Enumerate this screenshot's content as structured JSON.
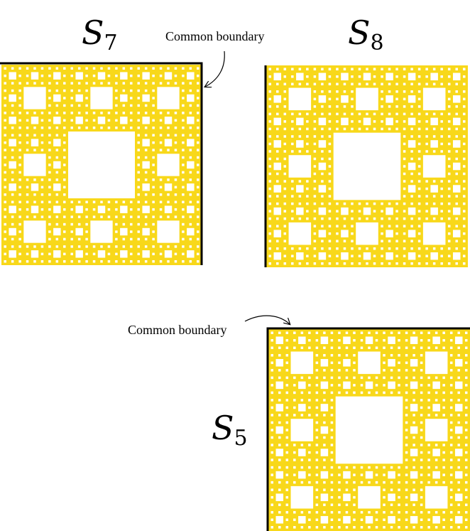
{
  "figure": {
    "fill_color": "#F8D81A",
    "hole_color": "#FFFFFF",
    "boundary_color": "#000000",
    "carpet_depth": 4
  },
  "panels": [
    {
      "id": "s7",
      "symbol": "S",
      "subscript": "7"
    },
    {
      "id": "s8",
      "symbol": "S",
      "subscript": "8"
    },
    {
      "id": "s5",
      "symbol": "S",
      "subscript": "5"
    }
  ],
  "annotations": {
    "top_boundary_label": "Common boundary",
    "bottom_boundary_label": "Common boundary"
  }
}
